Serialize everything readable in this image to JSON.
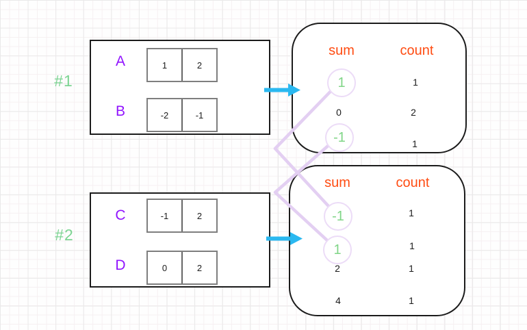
{
  "colors": {
    "array_name_purple": "#9013fe",
    "group_label_green": "#7cd492",
    "header_orange": "#ff4c12",
    "arrow_cyan": "#2ab8f0",
    "connector_lavender": "#e3cff2",
    "circle_stroke_lavender": "#ecdcf7",
    "circled_value_green": "#80d587",
    "box_border": "#1b1b1b",
    "cell_border_gray": "#7e7e7e"
  },
  "group1": {
    "label": "#1",
    "arrays": [
      {
        "name": "A",
        "cells": [
          "1",
          "2"
        ]
      },
      {
        "name": "B",
        "cells": [
          "-2",
          "-1"
        ]
      }
    ]
  },
  "group2": {
    "label": "#2",
    "arrays": [
      {
        "name": "C",
        "cells": [
          "-1",
          "2"
        ]
      },
      {
        "name": "D",
        "cells": [
          "0",
          "2"
        ]
      }
    ]
  },
  "result1": {
    "sum_header": "sum",
    "count_header": "count",
    "rows": [
      {
        "sum": "1",
        "count": "1",
        "circled": true
      },
      {
        "sum": "0",
        "count": "2",
        "circled": false
      },
      {
        "sum": "-1",
        "count": "1",
        "circled": true
      }
    ]
  },
  "result2": {
    "sum_header": "sum",
    "count_header": "count",
    "rows": [
      {
        "sum": "-1",
        "count": "1",
        "circled": true
      },
      {
        "sum": "1",
        "count": "1",
        "circled": true
      },
      {
        "sum": "2",
        "count": "1",
        "circled": false
      },
      {
        "sum": "4",
        "count": "1",
        "circled": false
      }
    ]
  },
  "icons": {
    "arrow1": "arrow-right",
    "arrow2": "arrow-right"
  }
}
